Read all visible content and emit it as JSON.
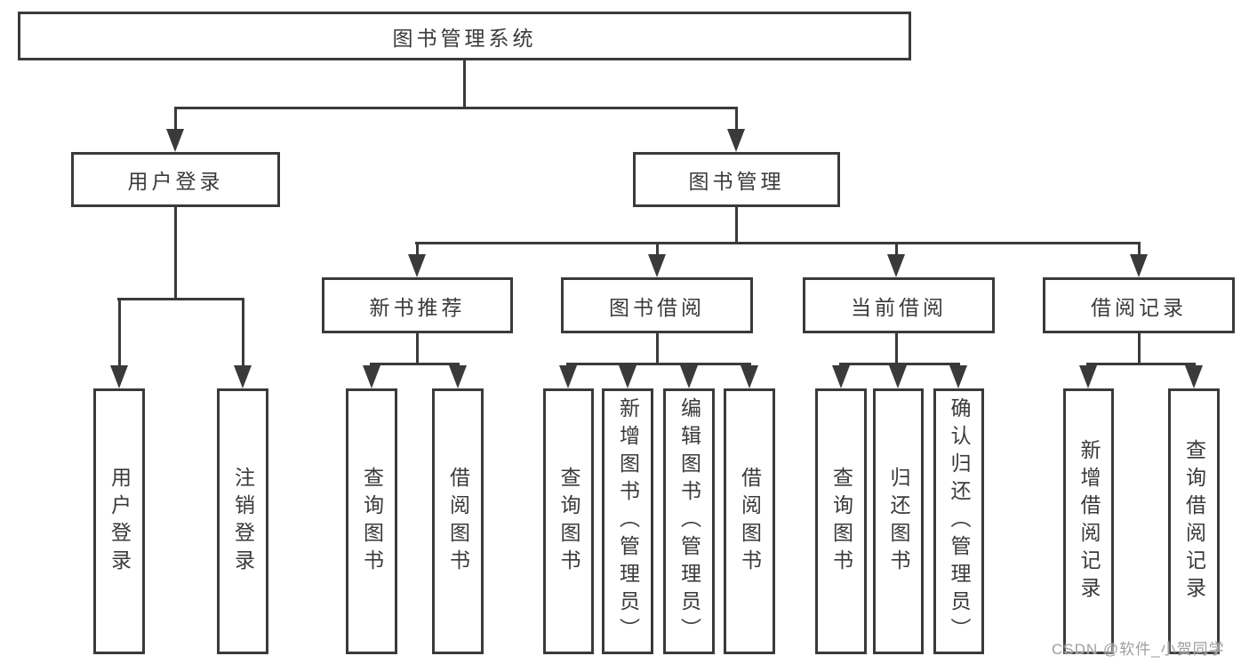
{
  "diagram": {
    "background_color": "#ffffff",
    "line_color": "#3a3a3a",
    "text_color": "#3a3a3a",
    "nodes": {
      "root": {
        "label": "图书管理系统"
      },
      "user_login": {
        "label": "用户登录"
      },
      "book_mgmt": {
        "label": "图书管理"
      },
      "new_book_rec": {
        "label": "新书推荐"
      },
      "book_borrow": {
        "label": "图书借阅"
      },
      "current_borrow": {
        "label": "当前借阅"
      },
      "borrow_records": {
        "label": "借阅记录"
      },
      "login_leaf": {
        "label": "用户登录"
      },
      "logout_leaf": {
        "label": "注销登录"
      },
      "query_book_a": {
        "label": "查询图书"
      },
      "borrow_book_a": {
        "label": "借阅图书"
      },
      "query_book_b": {
        "label": "查询图书"
      },
      "add_book": {
        "label": "新增图书（管理员）"
      },
      "edit_book": {
        "label": "编辑图书（管理员）"
      },
      "borrow_book_b": {
        "label": "借阅图书"
      },
      "query_book_c": {
        "label": "查询图书"
      },
      "return_book": {
        "label": "归还图书"
      },
      "confirm_return": {
        "label": "确认归还（管理员）"
      },
      "add_borrow_record": {
        "label": "新增借阅记录"
      },
      "query_borrow_record": {
        "label": "查询借阅记录"
      }
    },
    "hierarchy": {
      "label": "图书管理系统",
      "children": [
        {
          "label": "用户登录",
          "children": [
            "用户登录",
            "注销登录"
          ]
        },
        {
          "label": "图书管理",
          "children": [
            {
              "label": "新书推荐",
              "children": [
                "查询图书",
                "借阅图书"
              ]
            },
            {
              "label": "图书借阅",
              "children": [
                "查询图书",
                "新增图书（管理员）",
                "编辑图书（管理员）",
                "借阅图书"
              ]
            },
            {
              "label": "当前借阅",
              "children": [
                "查询图书",
                "归还图书",
                "确认归还（管理员）"
              ]
            },
            {
              "label": "借阅记录",
              "children": [
                "新增借阅记录",
                "查询借阅记录"
              ]
            }
          ]
        }
      ]
    },
    "watermark": {
      "label": "CSDN @软件_小贺同学",
      "color": "#9e9e9e"
    }
  }
}
